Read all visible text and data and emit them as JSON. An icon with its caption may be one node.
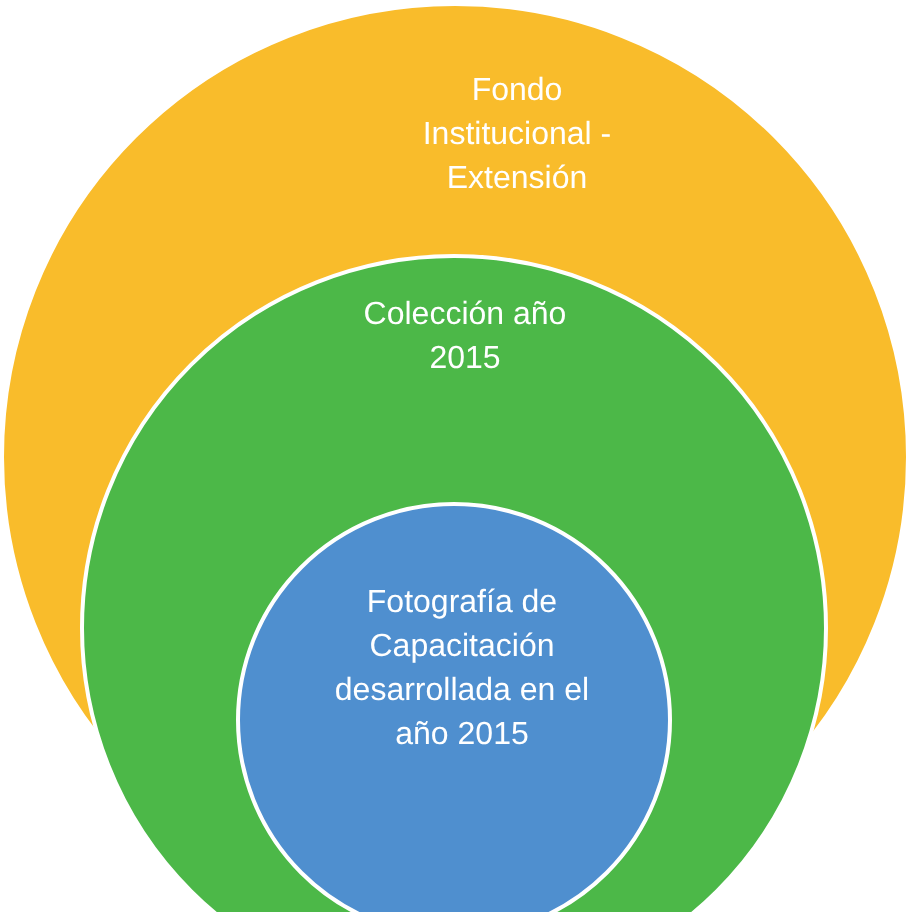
{
  "diagram": {
    "nodes": [
      {
        "text": [
          "Fondo Institucional - Extensión"
        ]
      },
      {
        "text": [
          "Colección año 2015"
        ],
        "in": 0
      },
      {
        "text": [
          "Fotografía de Capacitación desarrollada en el año 2015"
        ],
        "in": 1
      }
    ]
  }
}
